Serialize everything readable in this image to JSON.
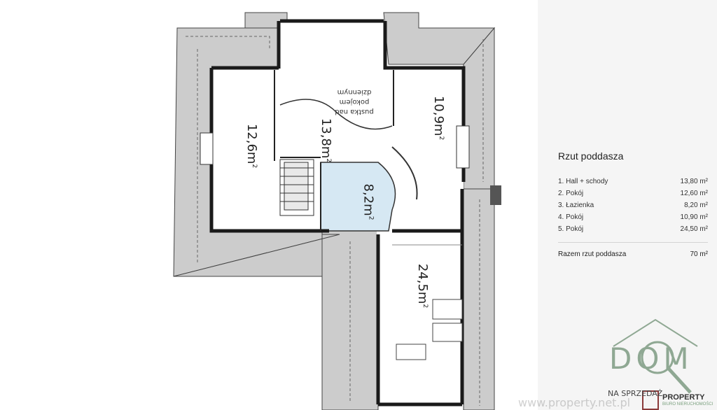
{
  "plan": {
    "rooms": [
      {
        "label": "12,6m",
        "sup": "2"
      },
      {
        "label": "13,8m",
        "sup": "2"
      },
      {
        "label": "10,9m",
        "sup": "2"
      },
      {
        "label": "8,2m",
        "sup": "2"
      },
      {
        "label": "24,5m",
        "sup": "2"
      }
    ],
    "void_note_line1": "pustka nad pokojem",
    "void_note_line2": "dziennym"
  },
  "sidebar": {
    "title": "Rzut poddasza",
    "rows": [
      {
        "name": "1. Hall + schody",
        "area": "13,80 m²"
      },
      {
        "name": "2. Pokój",
        "area": "12,60 m²"
      },
      {
        "name": "3. Łazienka",
        "area": "8,20 m²"
      },
      {
        "name": "4. Pokój",
        "area": "10,90 m²"
      },
      {
        "name": "5. Pokój",
        "area": "24,50 m²"
      }
    ],
    "total_label": "Razem rzut poddasza",
    "total_value": "70 m²"
  },
  "logo": {
    "brand": "DOM",
    "na": "NA SPRZEDAŻ",
    "property": "PROPERTY",
    "biuro": "BIURO NIERUCHOMOŚCI"
  },
  "watermark": "www.property.net.pl",
  "colors": {
    "roof": "#cccccc",
    "wall": "#1a1a1a",
    "bathroom": "#d6e8f3",
    "brand_green": "#8fa893"
  }
}
